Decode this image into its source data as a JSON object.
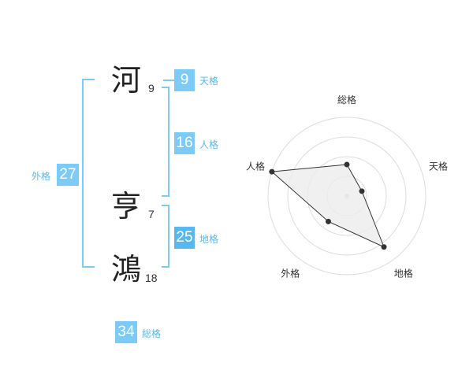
{
  "name": {
    "chars": [
      {
        "char": "河",
        "strokes": "9"
      },
      {
        "char": "亨",
        "strokes": "7"
      },
      {
        "char": "鴻",
        "strokes": "18"
      }
    ]
  },
  "fortunes": {
    "tenkaku": {
      "label": "天格",
      "value": "9"
    },
    "jinkaku": {
      "label": "人格",
      "value": "16"
    },
    "chikaku": {
      "label": "地格",
      "value": "25"
    },
    "gaikaku": {
      "label": "外格",
      "value": "27"
    },
    "soukaku": {
      "label": "総格",
      "value": "34"
    }
  },
  "colors": {
    "badge": "#7ccbf7",
    "badge_alt": "#57b8f0",
    "label": "#57b8f0",
    "bracket": "#7ccbf7",
    "radar_fill": "#ececec",
    "radar_line": "#333333",
    "ring": "#dddddd"
  },
  "chart_data": {
    "type": "radar",
    "axes": [
      "総格",
      "天格",
      "地格",
      "外格",
      "人格"
    ],
    "values": [
      2,
      1,
      4,
      2,
      5
    ],
    "max": 5,
    "rings": 4
  }
}
